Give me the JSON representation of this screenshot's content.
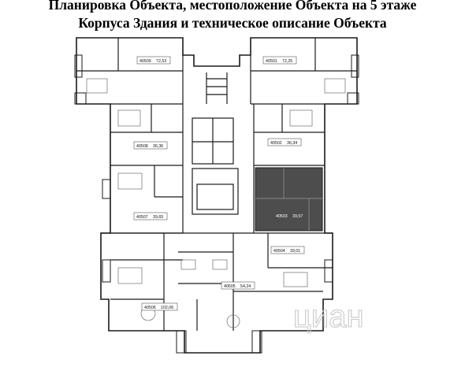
{
  "title": {
    "line1": "Планировка Объекта, местоположение Объекта на 5 этаже",
    "line2": "Корпуса Здания и техническое описание Объекта"
  },
  "units": [
    {
      "number": "40509",
      "area": "72,53"
    },
    {
      "number": "40501",
      "area": "72,25"
    },
    {
      "number": "40508",
      "area": "36,36"
    },
    {
      "number": "40502",
      "area": "36,34"
    },
    {
      "number": "40507",
      "area": "39,65"
    },
    {
      "number": "40503",
      "area": "39,57"
    },
    {
      "number": "40504",
      "area": "39,01"
    },
    {
      "number": "40505",
      "area": "54,24"
    },
    {
      "number": "40506",
      "area": "102,06"
    }
  ],
  "watermark": "циан",
  "colors": {
    "highlight": "#4d4d4d",
    "wall": "#1a1a1a",
    "watermark": "#c9c9c9"
  }
}
